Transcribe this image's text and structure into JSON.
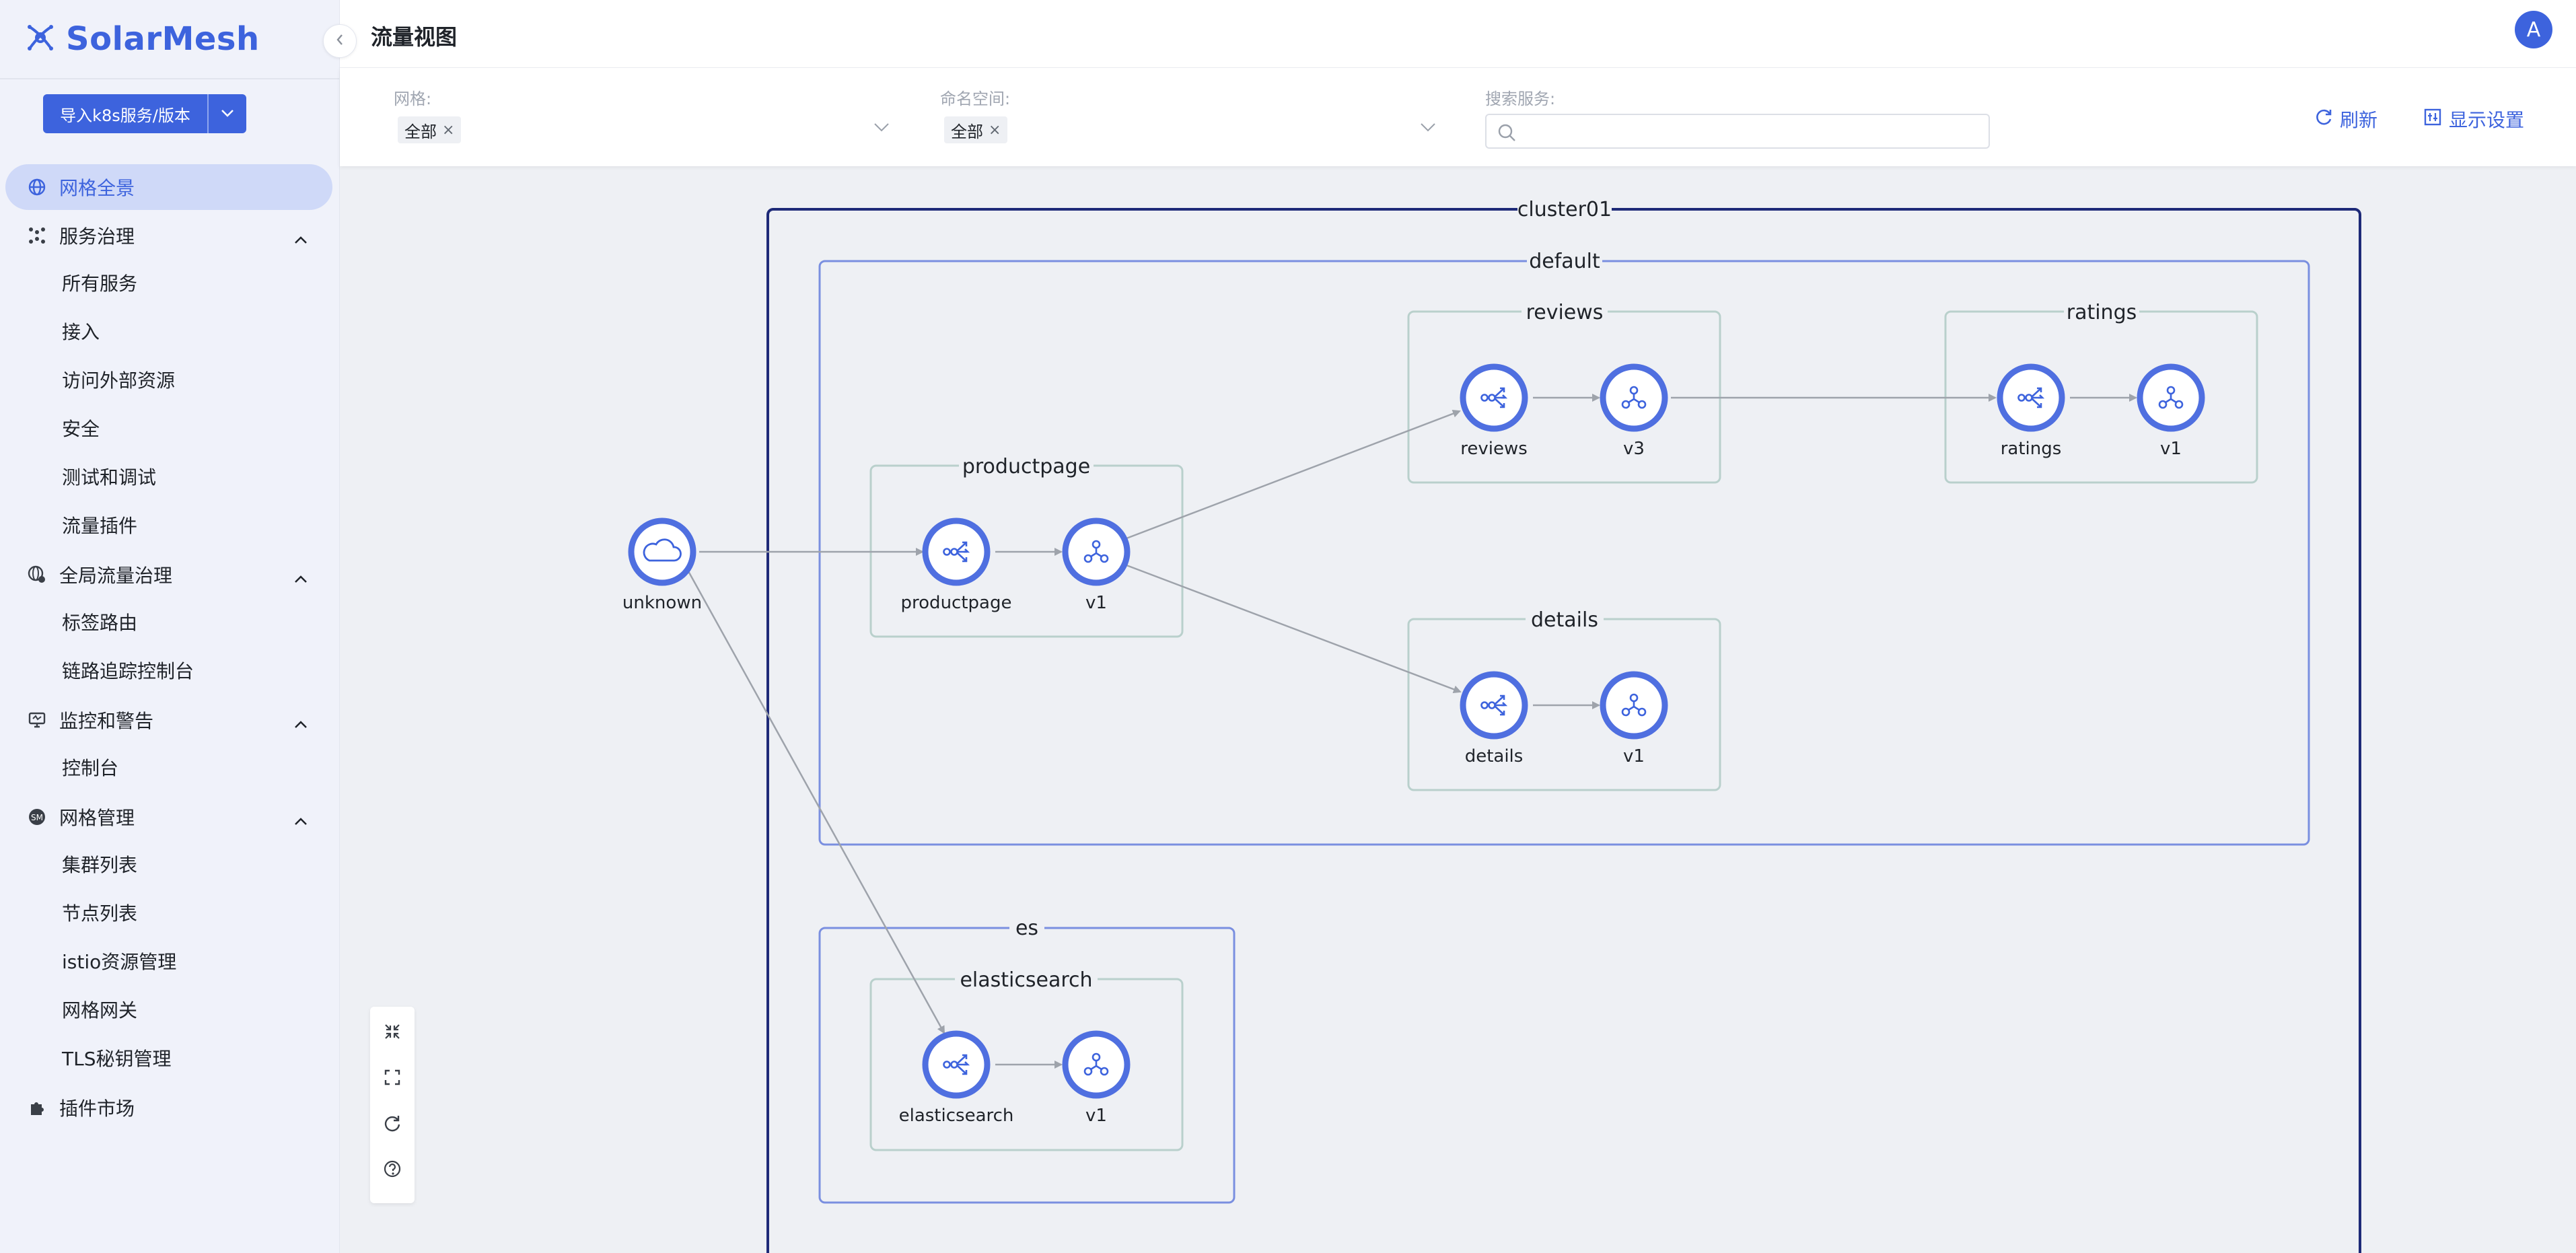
{
  "brand": {
    "name": "SolarMesh"
  },
  "sidebar": {
    "import_button": "导入k8s服务/版本",
    "items": [
      {
        "label": "网格全景",
        "icon": "globe-icon",
        "active": true
      },
      {
        "label": "服务治理",
        "icon": "grid-dots-icon",
        "expanded": true,
        "children": [
          "所有服务",
          "接入",
          "访问外部资源",
          "安全",
          "测试和调试",
          "流量插件"
        ]
      },
      {
        "label": "全局流量治理",
        "icon": "globe-gear-icon",
        "expanded": true,
        "children": [
          "标签路由",
          "链路追踪控制台"
        ]
      },
      {
        "label": "监控和警告",
        "icon": "monitor-alert-icon",
        "expanded": true,
        "children": [
          "控制台"
        ]
      },
      {
        "label": "网格管理",
        "icon": "mesh-badge-icon",
        "expanded": true,
        "children": [
          "集群列表",
          "节点列表",
          "istio资源管理",
          "网格网关",
          "TLS秘钥管理"
        ]
      },
      {
        "label": "插件市场",
        "icon": "puzzle-icon"
      }
    ]
  },
  "header": {
    "title": "流量视图",
    "avatar_letter": "A"
  },
  "filters": {
    "mesh": {
      "label": "网格:",
      "tag": "全部"
    },
    "namespace": {
      "label": "命名空间:",
      "tag": "全部"
    },
    "search": {
      "label": "搜索服务:",
      "placeholder": "",
      "value": ""
    },
    "refresh_label": "刷新",
    "display_settings_label": "显示设置"
  },
  "graph": {
    "groups": {
      "cluster": "cluster01",
      "default_ns": "default",
      "es_ns": "es",
      "reviews": "reviews",
      "ratings": "ratings",
      "productpage": "productpage",
      "details": "details",
      "elasticsearch": "elasticsearch"
    },
    "nodes": {
      "unknown": "unknown",
      "productpage_svc": "productpage",
      "productpage_v1": "v1",
      "reviews_svc": "reviews",
      "reviews_v3": "v3",
      "ratings_svc": "ratings",
      "ratings_v1": "v1",
      "details_svc": "details",
      "details_v1": "v1",
      "es_svc": "elasticsearch",
      "es_v1": "v1"
    }
  },
  "colors": {
    "accent": "#3d63dd",
    "cluster_border": "#1e2a78",
    "ns_border": "#7a8fe0",
    "app_border": "#b9d0cc"
  }
}
